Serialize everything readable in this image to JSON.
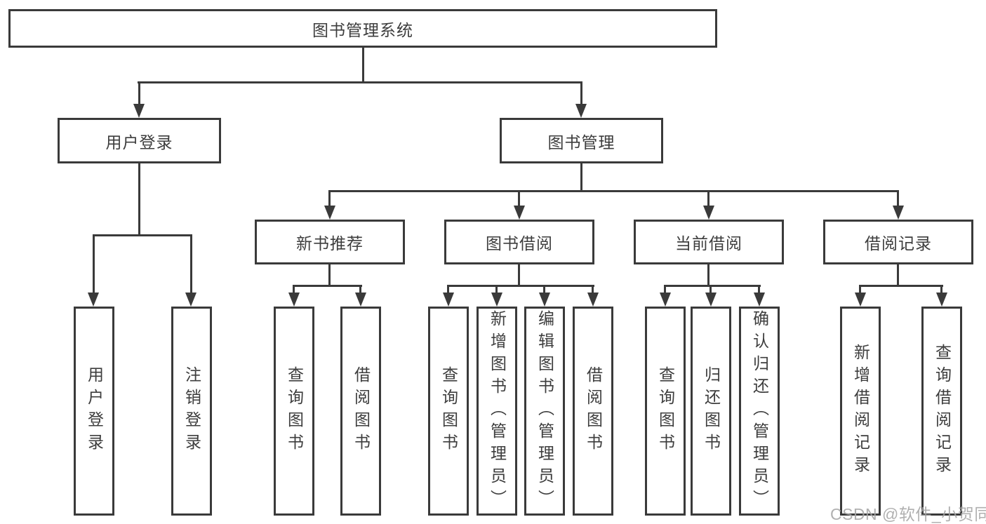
{
  "tree": {
    "root": {
      "label": "图书管理系统"
    },
    "user_login": {
      "label": "用户登录",
      "children": [
        {
          "label": "用户登录"
        },
        {
          "label": "注销登录"
        }
      ]
    },
    "book_mgmt": {
      "label": "图书管理",
      "children": [
        {
          "label": "新书推荐",
          "children": [
            {
              "label": "查询图书"
            },
            {
              "label": "借阅图书"
            }
          ]
        },
        {
          "label": "图书借阅",
          "children": [
            {
              "label": "查询图书"
            },
            {
              "label": "新增图书（管理员）"
            },
            {
              "label": "编辑图书（管理员）"
            },
            {
              "label": "借阅图书"
            }
          ]
        },
        {
          "label": "当前借阅",
          "children": [
            {
              "label": "查询图书"
            },
            {
              "label": "归还图书"
            },
            {
              "label": "确认归还（管理员）"
            }
          ]
        },
        {
          "label": "借阅记录",
          "children": [
            {
              "label": "新增借阅记录"
            },
            {
              "label": "查询借阅记录"
            }
          ]
        }
      ]
    }
  },
  "watermark": {
    "text": "CSDN @软件_小贺同学"
  },
  "colors": {
    "line": "#3a3a3a",
    "text": "#3d3d3d",
    "watermark": "#a6a6a6",
    "background": "#ffffff"
  }
}
